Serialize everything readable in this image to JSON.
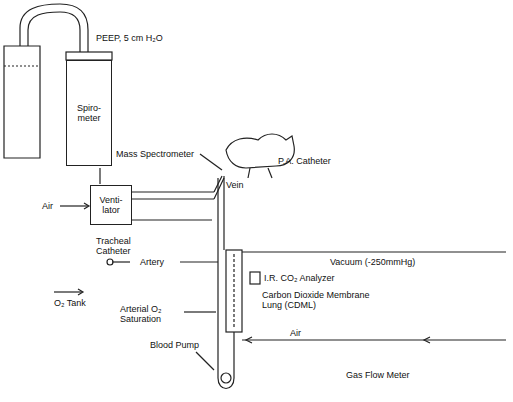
{
  "diagram": {
    "nodes": [
      {
        "text": [
          "Spiro-meter"
        ]
      },
      {
        "text": [
          "Venti-lator"
        ]
      }
    ],
    "labels": [
      "PEEP, 5 cm H₂O",
      "Mass Spectrometer",
      "P.A. Catheter",
      "Vein",
      "Air",
      "Tracheal Catheter",
      "Artery",
      "Vacuum (-250mmHg)",
      "I.R. CO₂ Analyzer",
      "Carbon Dioxide Membrane Lung (CDML)",
      "Air",
      "O₂ Tank",
      "Arterial O₂ Saturation",
      "Blood Pump",
      "Gas Flow Meter"
    ]
  }
}
